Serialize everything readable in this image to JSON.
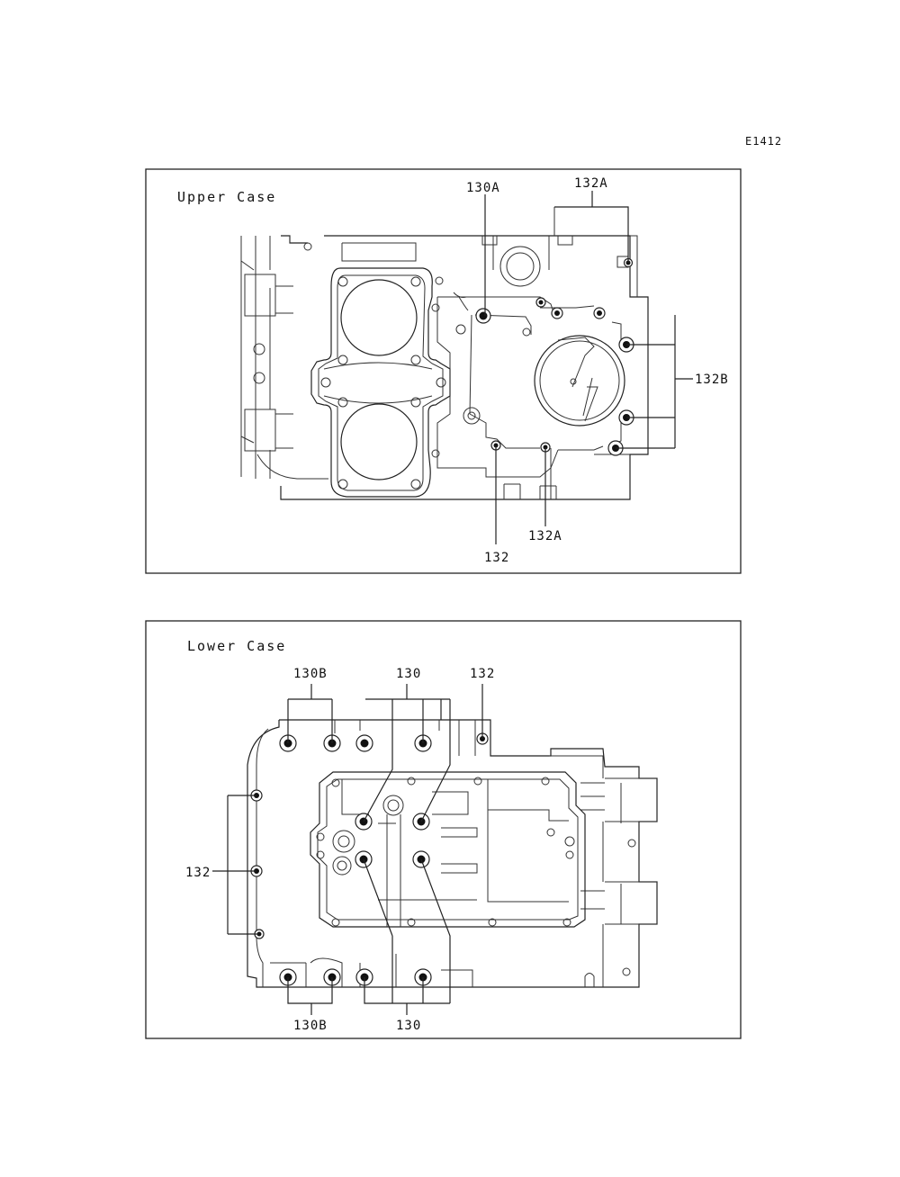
{
  "figure_ref": "E1412",
  "upper": {
    "title": "Upper Case",
    "labels": {
      "l130A": "130A",
      "l132A_top": "132A",
      "l132B": "132B",
      "l132A_bottom": "132A",
      "l132": "132"
    }
  },
  "lower": {
    "title": "Lower Case",
    "labels": {
      "l130B_top": "130B",
      "l130_top": "130",
      "l132_top": "132",
      "l132_left": "132",
      "l130B_bottom": "130B",
      "l130_bottom": "130"
    }
  }
}
